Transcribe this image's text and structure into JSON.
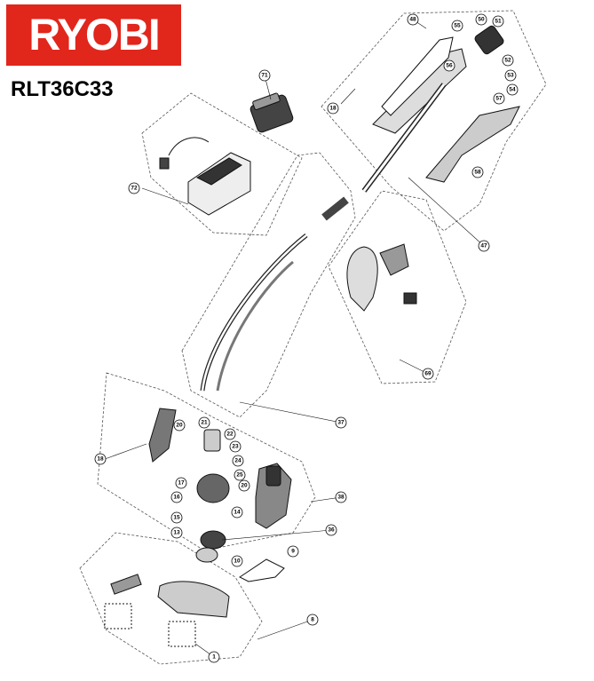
{
  "brand": {
    "logo_text": "RYOBI",
    "color": "#e1261c"
  },
  "model": "RLT36C33",
  "callouts": [
    {
      "id": "48",
      "text": "48"
    },
    {
      "id": "55",
      "text": "55"
    },
    {
      "id": "50",
      "text": "50"
    },
    {
      "id": "51",
      "text": "51"
    },
    {
      "id": "52",
      "text": "52"
    },
    {
      "id": "53",
      "text": "53"
    },
    {
      "id": "54",
      "text": "54"
    },
    {
      "id": "56",
      "text": "56"
    },
    {
      "id": "57",
      "text": "57"
    },
    {
      "id": "58",
      "text": "58"
    },
    {
      "id": "18a",
      "text": "18"
    },
    {
      "id": "71",
      "text": "71"
    },
    {
      "id": "72",
      "text": "72"
    },
    {
      "id": "47",
      "text": "47"
    },
    {
      "id": "69",
      "text": "69"
    },
    {
      "id": "37",
      "text": "37"
    },
    {
      "id": "20a",
      "text": "20"
    },
    {
      "id": "21",
      "text": "21"
    },
    {
      "id": "22",
      "text": "22"
    },
    {
      "id": "23",
      "text": "23"
    },
    {
      "id": "24",
      "text": "24"
    },
    {
      "id": "25",
      "text": "25"
    },
    {
      "id": "20b",
      "text": "20"
    },
    {
      "id": "17",
      "text": "17"
    },
    {
      "id": "16",
      "text": "16"
    },
    {
      "id": "15",
      "text": "15"
    },
    {
      "id": "14",
      "text": "14"
    },
    {
      "id": "13",
      "text": "13"
    },
    {
      "id": "18b",
      "text": "18"
    },
    {
      "id": "38",
      "text": "38"
    },
    {
      "id": "36",
      "text": "36"
    },
    {
      "id": "10",
      "text": "10"
    },
    {
      "id": "9",
      "text": "9"
    },
    {
      "id": "8",
      "text": "8"
    },
    {
      "id": "1",
      "text": "1"
    }
  ]
}
